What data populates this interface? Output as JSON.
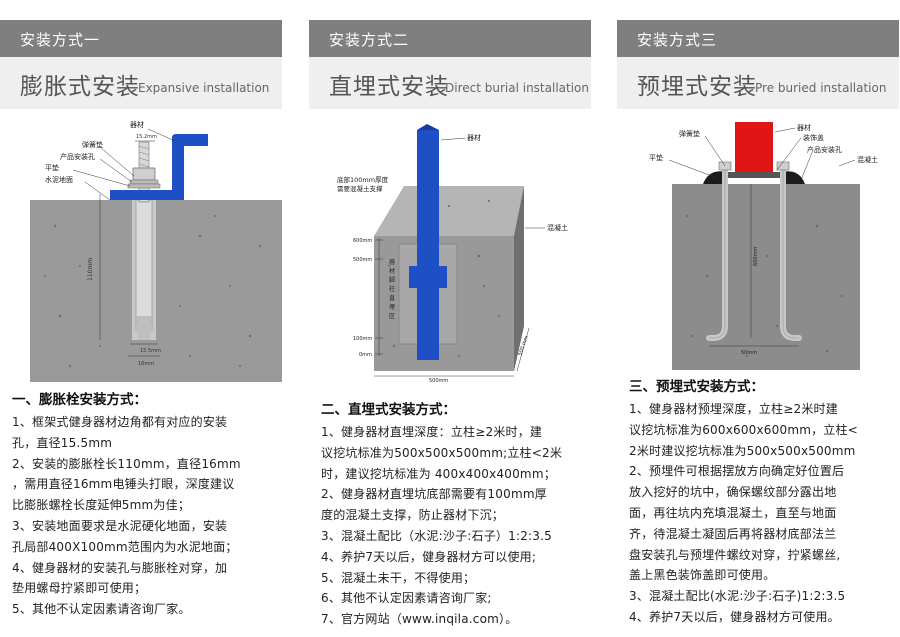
{
  "columns": [
    {
      "tab_label": "安装方式一",
      "title_zh": "膨胀式安装",
      "title_en": "Expansive installation",
      "diagram_labels": {
        "equipment": "器材",
        "spring_washer": "弹簧垫",
        "mount_hole": "产品安装孔",
        "flat_washer": "平垫",
        "cement_ground": "水泥地面",
        "dim_top": "15.2mm",
        "dim_depth": "110mm",
        "dim_bottom1": "15.5mm",
        "dim_bottom2": "16mm"
      },
      "heading": "一、膨胀栓安装方式：",
      "lines": [
        "1、框架式健身器材边角都有对应的安装",
        "孔，直径15.5mm",
        "2、安装的膨胀栓长110mm，直径16mm",
        "，需用直径16mm电锤头打眼，深度建议",
        "比膨胀螺栓长度延伸5mm为佳；",
        "3、安装地面要求是水泥硬化地面，安装",
        "孔局部400X100mm范围内为水泥地面；",
        "4、健身器材的安装孔与膨胀栓对穿，加",
        "垫用螺母拧紧即可使用；",
        "5、其他不认定因素请咨询厂家。"
      ]
    },
    {
      "tab_label": "安装方式二",
      "title_zh": "直埋式安装",
      "title_en": "Direct burial installation",
      "diagram_labels": {
        "equipment": "器材",
        "bottom_note_1": "底部100mm厚度",
        "bottom_note_2": "需要混凝土支撑",
        "concrete": "混凝土",
        "dim_600": "600mm",
        "dim_500": "500mm",
        "dim_100": "100mm",
        "dim_0": "0mm",
        "dim_width": "500mm",
        "dim_depth": "500 mm",
        "zone_chars": [
          "器",
          "材",
          "脚",
          "柱",
          "直",
          "埋",
          "区"
        ]
      },
      "heading": "二、直埋式安装方式：",
      "lines": [
        "1、健身器材直埋深度：立柱≥2米时，建",
        "议挖坑标准为500x500x500mm;立柱<2米",
        "时，建议挖坑标准为 400x400x400mm；",
        "2、健身器材直埋坑底部需要有100mm厚",
        "度的混凝土支撑，防止器材下沉；",
        "3、混凝土配比（水泥:沙子:石子）1:2:3.5",
        "4、养护7天以后，健身器材方可以使用;",
        "5、混凝土未干，不得使用；",
        "6、其他不认定因素请咨询厂家;",
        "7、官方网站（www.inqila.com）。"
      ]
    },
    {
      "tab_label": "安装方式三",
      "title_zh": "预埋式安装",
      "title_en": "Pre buried installation",
      "diagram_labels": {
        "equipment": "器材",
        "spring_washer": "弹簧垫",
        "decor_cover": "装饰盖",
        "mount_hole": "产品安装孔",
        "flat_washer": "平垫",
        "concrete": "混凝土",
        "dim_depth": "600mm",
        "dim_bottom": "50mm"
      },
      "heading": "三、预埋式安装方式：",
      "lines": [
        "1、健身器材预埋深度，立柱≥2米时建",
        "议挖坑标准为600x600x600mm，立柱<",
        "2米时建议挖坑标准为500x500x500mm",
        "2、预埋件可根据摆放方向确定好位置后",
        "放入挖好的坑中，确保螺纹部分露出地",
        "面，再往坑内充填混凝土，直至与地面",
        "齐，待混凝土凝固后再将器材底部法兰",
        "盘安装孔与预埋件螺纹对穿，拧紧螺丝,",
        "盖上黑色装饰盖即可使用。",
        "3、混凝土配比(水泥:沙子:石子)1:2:3.5",
        "4、养护7天以后，健身器材方可使用。"
      ]
    }
  ],
  "colors": {
    "tab_bg": "#7f7f7f",
    "title_bg": "#efefef",
    "equipment_blue": "#1f4fc4",
    "equipment_red": "#e01616",
    "concrete_gray": "#8c8c8c"
  }
}
